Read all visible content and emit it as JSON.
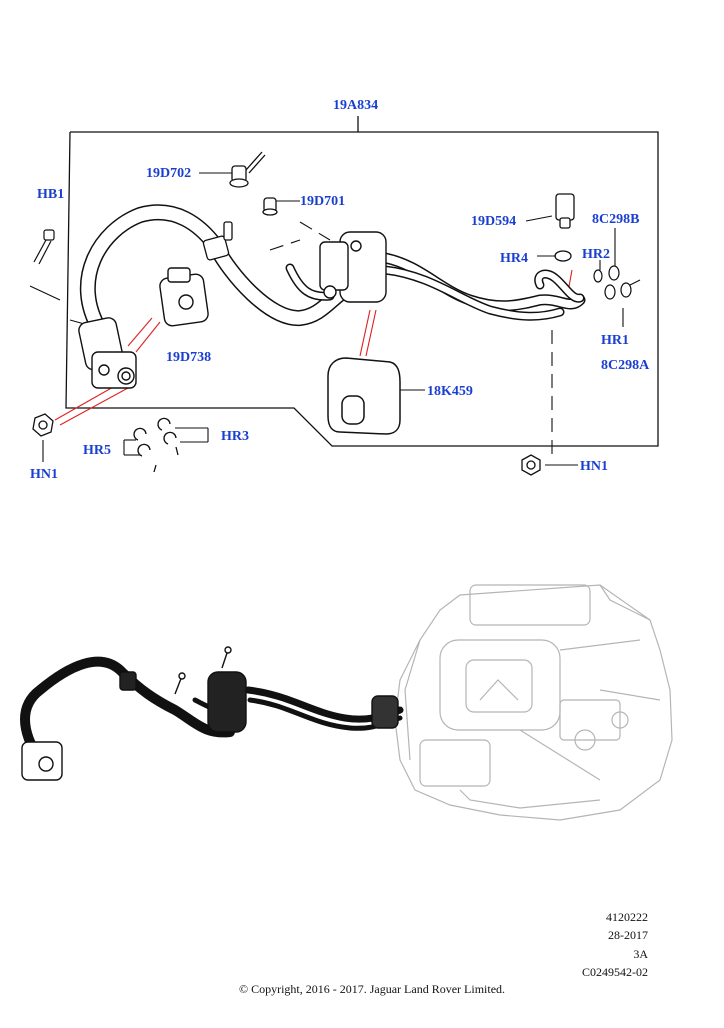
{
  "callouts": {
    "assembly": "19A834",
    "c19d702": "19D702",
    "c19d701": "19D701",
    "c19d594": "19D594",
    "c8c298b": "8C298B",
    "hb1": "HB1",
    "hr4": "HR4",
    "hr2": "HR2",
    "hr1": "HR1",
    "c8c298a": "8C298A",
    "c19d738": "19D738",
    "c18k459": "18K459",
    "hr3": "HR3",
    "hr5": "HR5",
    "hn1_left": "HN1",
    "hn1_right": "HN1"
  },
  "footer": {
    "code1": "4120222",
    "code2": "28-2017",
    "code3": "3A",
    "code4": "C0249542-02",
    "copyright": "© Copyright, 2016 - 2017. Jaguar Land Rover Limited."
  },
  "colors": {
    "label": "#1a3fd0",
    "line": "#111111",
    "leader_red": "#e02020",
    "ghost": "#b5b5b5"
  }
}
